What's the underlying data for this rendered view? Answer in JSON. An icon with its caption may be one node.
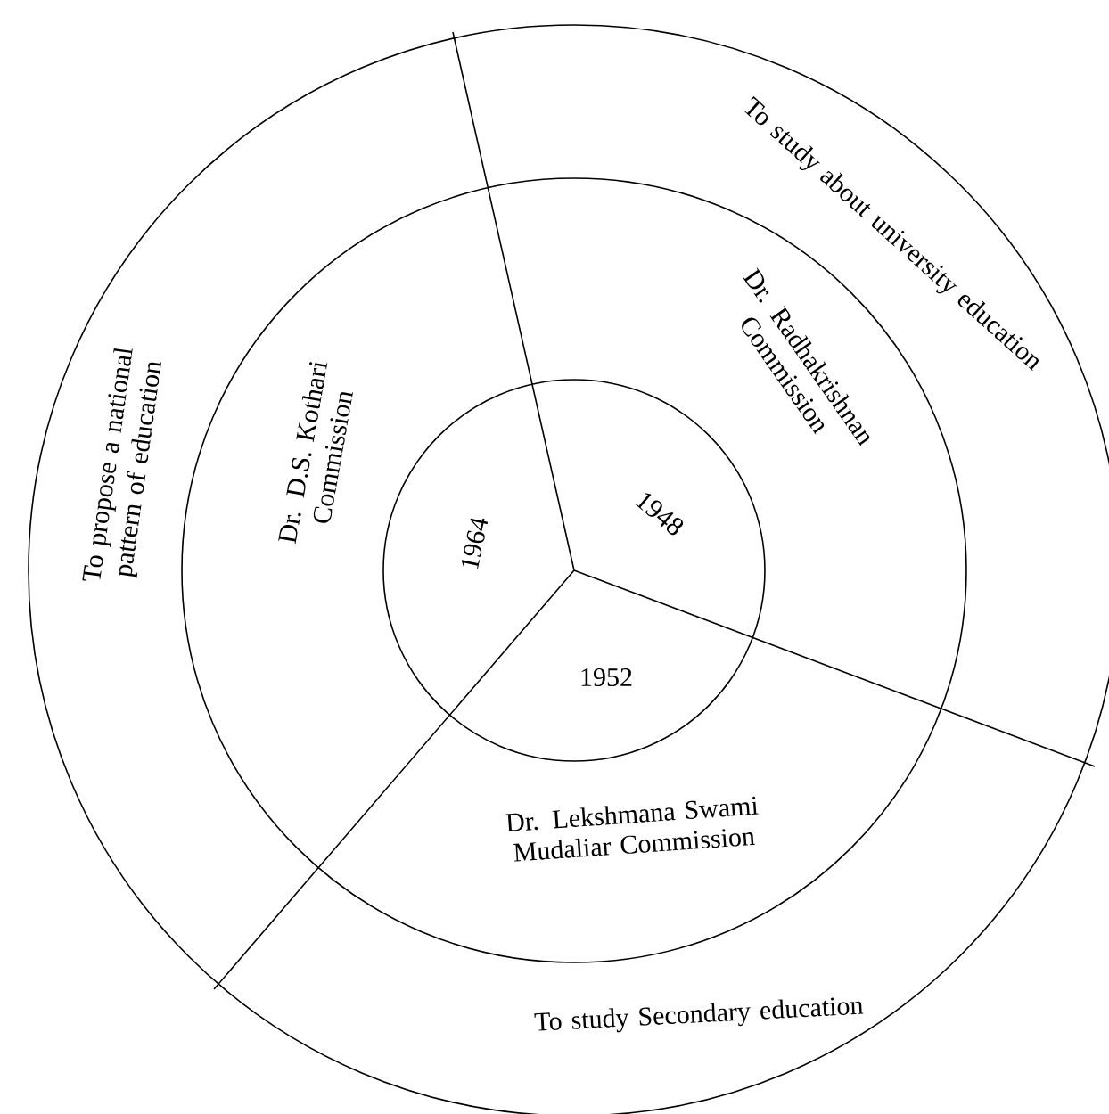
{
  "diagram": {
    "labels": [
      "To study about university education",
      "Dr. Radhakrishnan Commission",
      "To propose a national pattern of education",
      "Dr. D.S. Kothari Commission",
      "1948",
      "1964",
      "1952",
      "Dr. Lekshmana Swami Mudaliar Commission",
      "To study Secondary education"
    ]
  }
}
